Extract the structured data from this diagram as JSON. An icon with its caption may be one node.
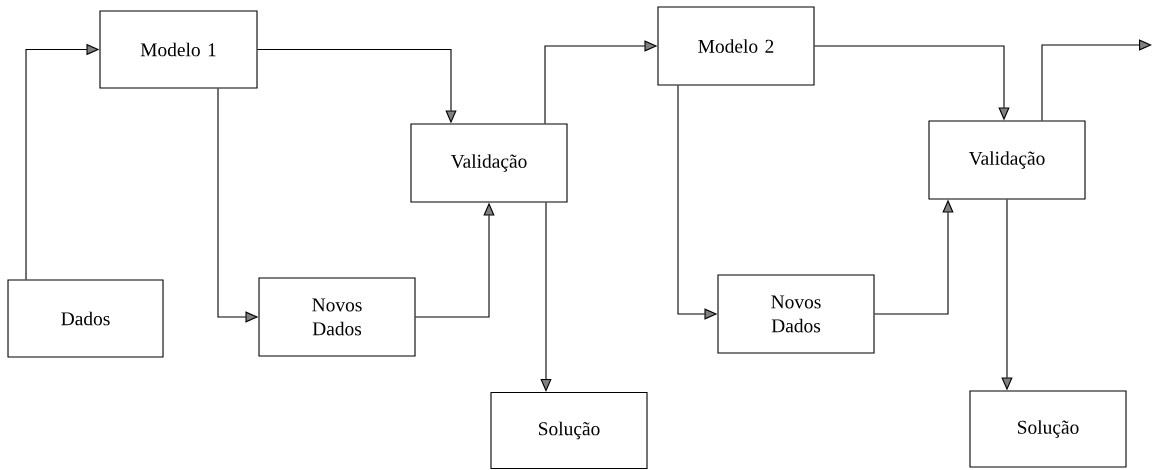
{
  "diagram": {
    "nodes": [
      {
        "text": [
          "Dados"
        ]
      },
      {
        "text": [
          "Modelo 1"
        ]
      },
      {
        "text": [
          "Novos Dados"
        ]
      },
      {
        "text": [
          "Validação"
        ]
      },
      {
        "text": [
          "Solução"
        ]
      },
      {
        "text": [
          "Modelo 2"
        ]
      },
      {
        "text": [
          "Novos Dados"
        ]
      },
      {
        "text": [
          "Validação"
        ]
      },
      {
        "text": [
          "Solução"
        ]
      }
    ],
    "edges": [
      {
        "from": 0,
        "to": 1,
        "arrow": "to"
      },
      {
        "from": 1,
        "to": 3,
        "arrow": "to"
      },
      {
        "from": 1,
        "to": 2,
        "arrow": "to"
      },
      {
        "from": 2,
        "to": 3,
        "arrow": "to"
      },
      {
        "from": 3,
        "to": 4,
        "arrow": "to"
      },
      {
        "from": 3,
        "to": 5,
        "arrow": "to"
      },
      {
        "from": 5,
        "to": 7,
        "arrow": "to"
      },
      {
        "from": 5,
        "to": 6,
        "arrow": "to"
      },
      {
        "from": 6,
        "to": 7,
        "arrow": "to"
      },
      {
        "from": 7,
        "to": 8,
        "arrow": "to"
      },
      {
        "from": 7,
        "to": null,
        "arrow": "to"
      }
    ]
  }
}
